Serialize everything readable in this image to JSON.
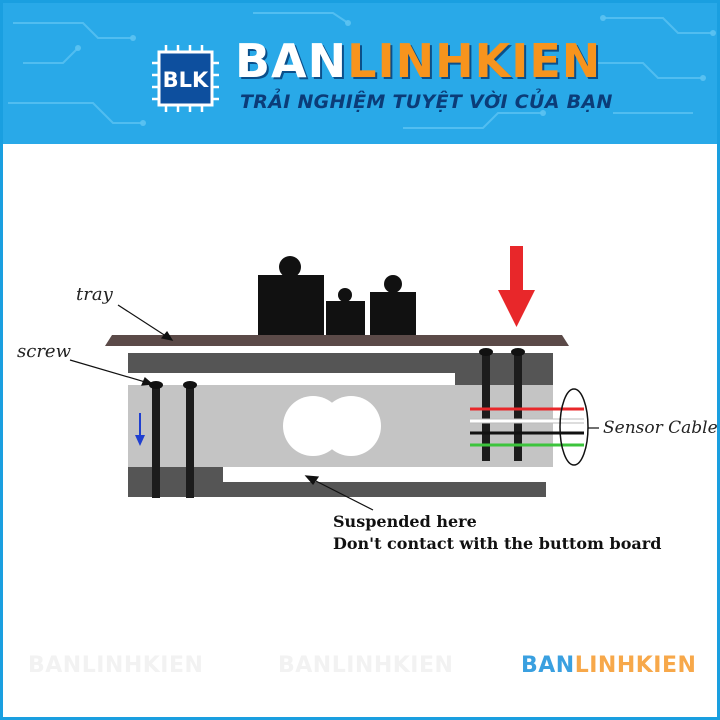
{
  "header": {
    "logo_text": "BLK",
    "brand_part1": "BAN",
    "brand_part2": "LINHKIEN",
    "slogan": "TRẢI NGHIỆM TUYỆT VỜI CỦA BẠN"
  },
  "diagram": {
    "labels": {
      "tray": "tray",
      "screw": "screw",
      "sensor_cable": "Sensor Cable"
    },
    "note_line1": "Suspended here",
    "note_line2": "Don't contact with the buttom board",
    "wire_colors": [
      "#e8272a",
      "#ffffff",
      "#111111",
      "#3cc43c"
    ],
    "force_arrow_color": "#e8272a",
    "small_arrow_color": "#1f3fd0"
  },
  "watermark": {
    "part1": "BAN",
    "part2": "LINHKIEN"
  },
  "colors": {
    "banner_blue": "#29a9e8",
    "brand_orange": "#f7941d",
    "slogan_navy": "#0b3c78"
  }
}
